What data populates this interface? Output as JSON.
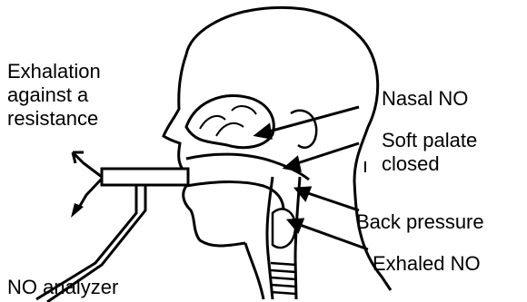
{
  "labels": {
    "exhalation_line1": "Exhalation",
    "exhalation_line2": "against a",
    "exhalation_line3": "resistance",
    "nasal_no": "Nasal NO",
    "soft_palate_line1": "Soft palate",
    "soft_palate_line2": "closed",
    "back_pressure": "Back pressure",
    "exhaled_no": "Exhaled NO",
    "no_analyzer": "NO analyzer"
  }
}
